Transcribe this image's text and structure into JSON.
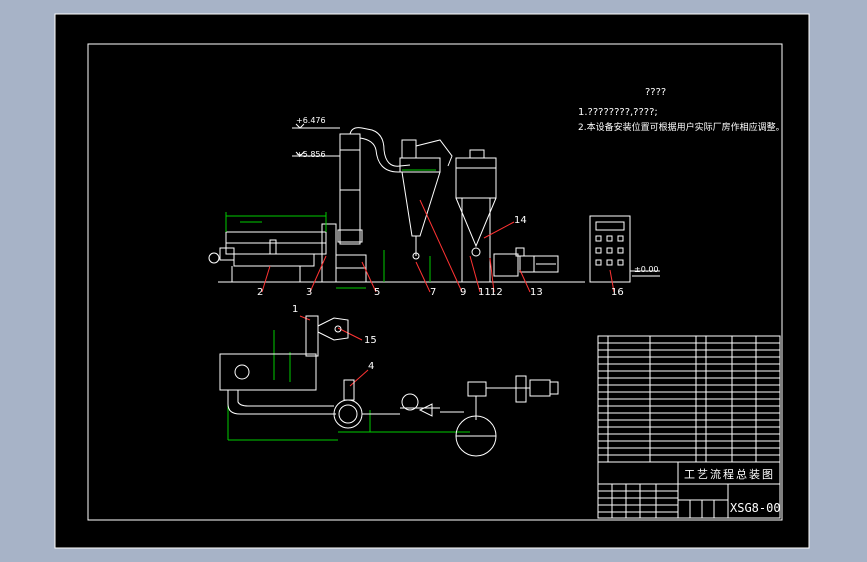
{
  "colors": {
    "background": "#a7b3c7",
    "sheet": "#000000",
    "line": "#ffffff",
    "dimension": "#00cc00",
    "leader": "#ff3333",
    "accent": "#ffff66"
  },
  "notes": {
    "heading": "????",
    "line1": "1.????????,????;",
    "line2": "2.本设备安装位置可根据用户实际厂房作相应调整。"
  },
  "elevations": {
    "top1": "+6.476",
    "top2": "+5.856",
    "ground": "±0.00"
  },
  "part_numbers": [
    "1",
    "2",
    "3",
    "4",
    "5",
    "7",
    "9",
    "11",
    "12",
    "13",
    "14",
    "15",
    "16"
  ],
  "title_block": {
    "title": "工艺流程总装图",
    "drawing_no": "XSG8-00"
  }
}
